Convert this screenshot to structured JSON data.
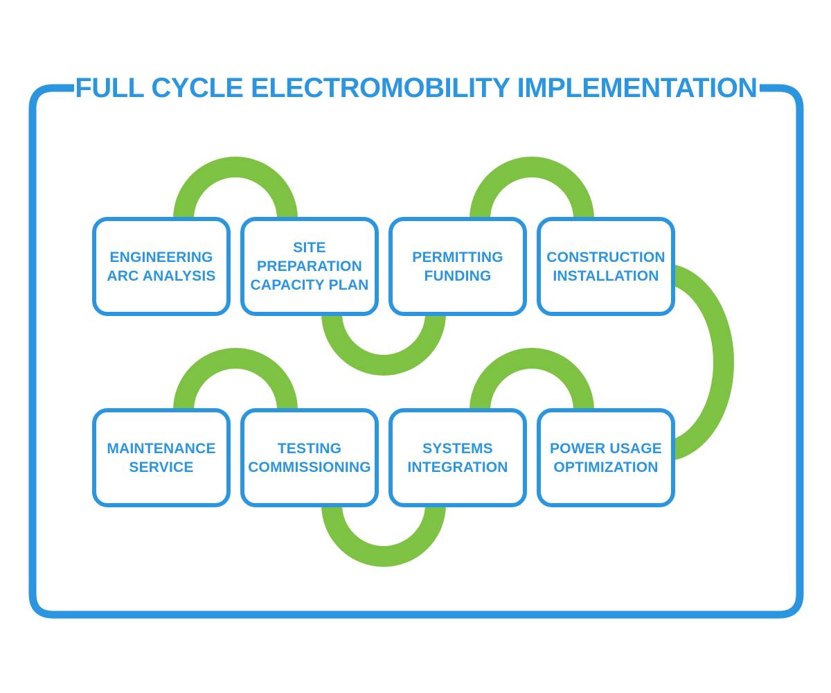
{
  "title": "FULL CYCLE ELECTROMOBILITY IMPLEMENTATION",
  "colors": {
    "blue": "#2B95E0",
    "green": "#7DC242",
    "box_bg": "#FFFFFF",
    "page_bg": "#FFFFFF"
  },
  "steps": [
    {
      "id": 1,
      "row": "top",
      "col": 1,
      "lines": [
        "ENGINEERING",
        "ARC ANALYSIS"
      ]
    },
    {
      "id": 2,
      "row": "top",
      "col": 2,
      "lines": [
        "SITE PREPARATION",
        "CAPACITY PLAN"
      ]
    },
    {
      "id": 3,
      "row": "top",
      "col": 3,
      "lines": [
        "PERMITTING",
        "FUNDING"
      ]
    },
    {
      "id": 4,
      "row": "top",
      "col": 4,
      "lines": [
        "CONSTRUCTION",
        "INSTALLATION"
      ]
    },
    {
      "id": 5,
      "row": "bottom",
      "col": 1,
      "lines": [
        "MAINTENANCE",
        "SERVICE"
      ]
    },
    {
      "id": 6,
      "row": "bottom",
      "col": 2,
      "lines": [
        "TESTING",
        "COMMISSIONING"
      ]
    },
    {
      "id": 7,
      "row": "bottom",
      "col": 3,
      "lines": [
        "SYSTEMS",
        "INTEGRATION"
      ]
    },
    {
      "id": 8,
      "row": "bottom",
      "col": 4,
      "lines": [
        "POWER USAGE",
        "OPTIMIZATION"
      ]
    }
  ],
  "connectors": [
    {
      "from": 1,
      "to": 2,
      "shape": "arc-above-top-row"
    },
    {
      "from": 2,
      "to": 3,
      "shape": "arc-below-top-row"
    },
    {
      "from": 3,
      "to": 4,
      "shape": "arc-above-top-row"
    },
    {
      "from": 4,
      "to": 8,
      "shape": "arc-right-side"
    },
    {
      "from": 8,
      "to": 7,
      "shape": "arc-above-bottom-row"
    },
    {
      "from": 7,
      "to": 6,
      "shape": "arc-below-bottom-row"
    },
    {
      "from": 6,
      "to": 5,
      "shape": "arc-above-bottom-row"
    }
  ]
}
